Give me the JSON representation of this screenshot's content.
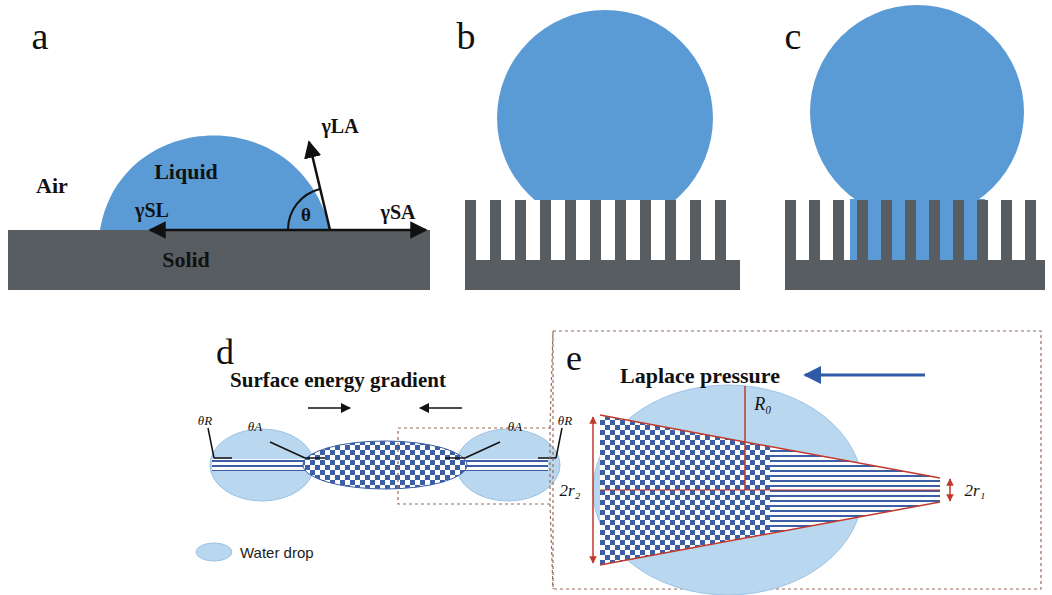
{
  "diagram": {
    "labels": [
      "a",
      "Air",
      "Liquid",
      "Solid",
      "γLA",
      "γSL",
      "γSA",
      "θ",
      "b",
      "c",
      "d",
      "Surface energy gradient",
      "θR",
      "θA",
      "θA",
      "θR",
      "e",
      "Laplace pressure",
      "R₀",
      "2r₂",
      "2r₁"
    ],
    "legend": [
      {
        "text": "Water drop"
      }
    ]
  }
}
